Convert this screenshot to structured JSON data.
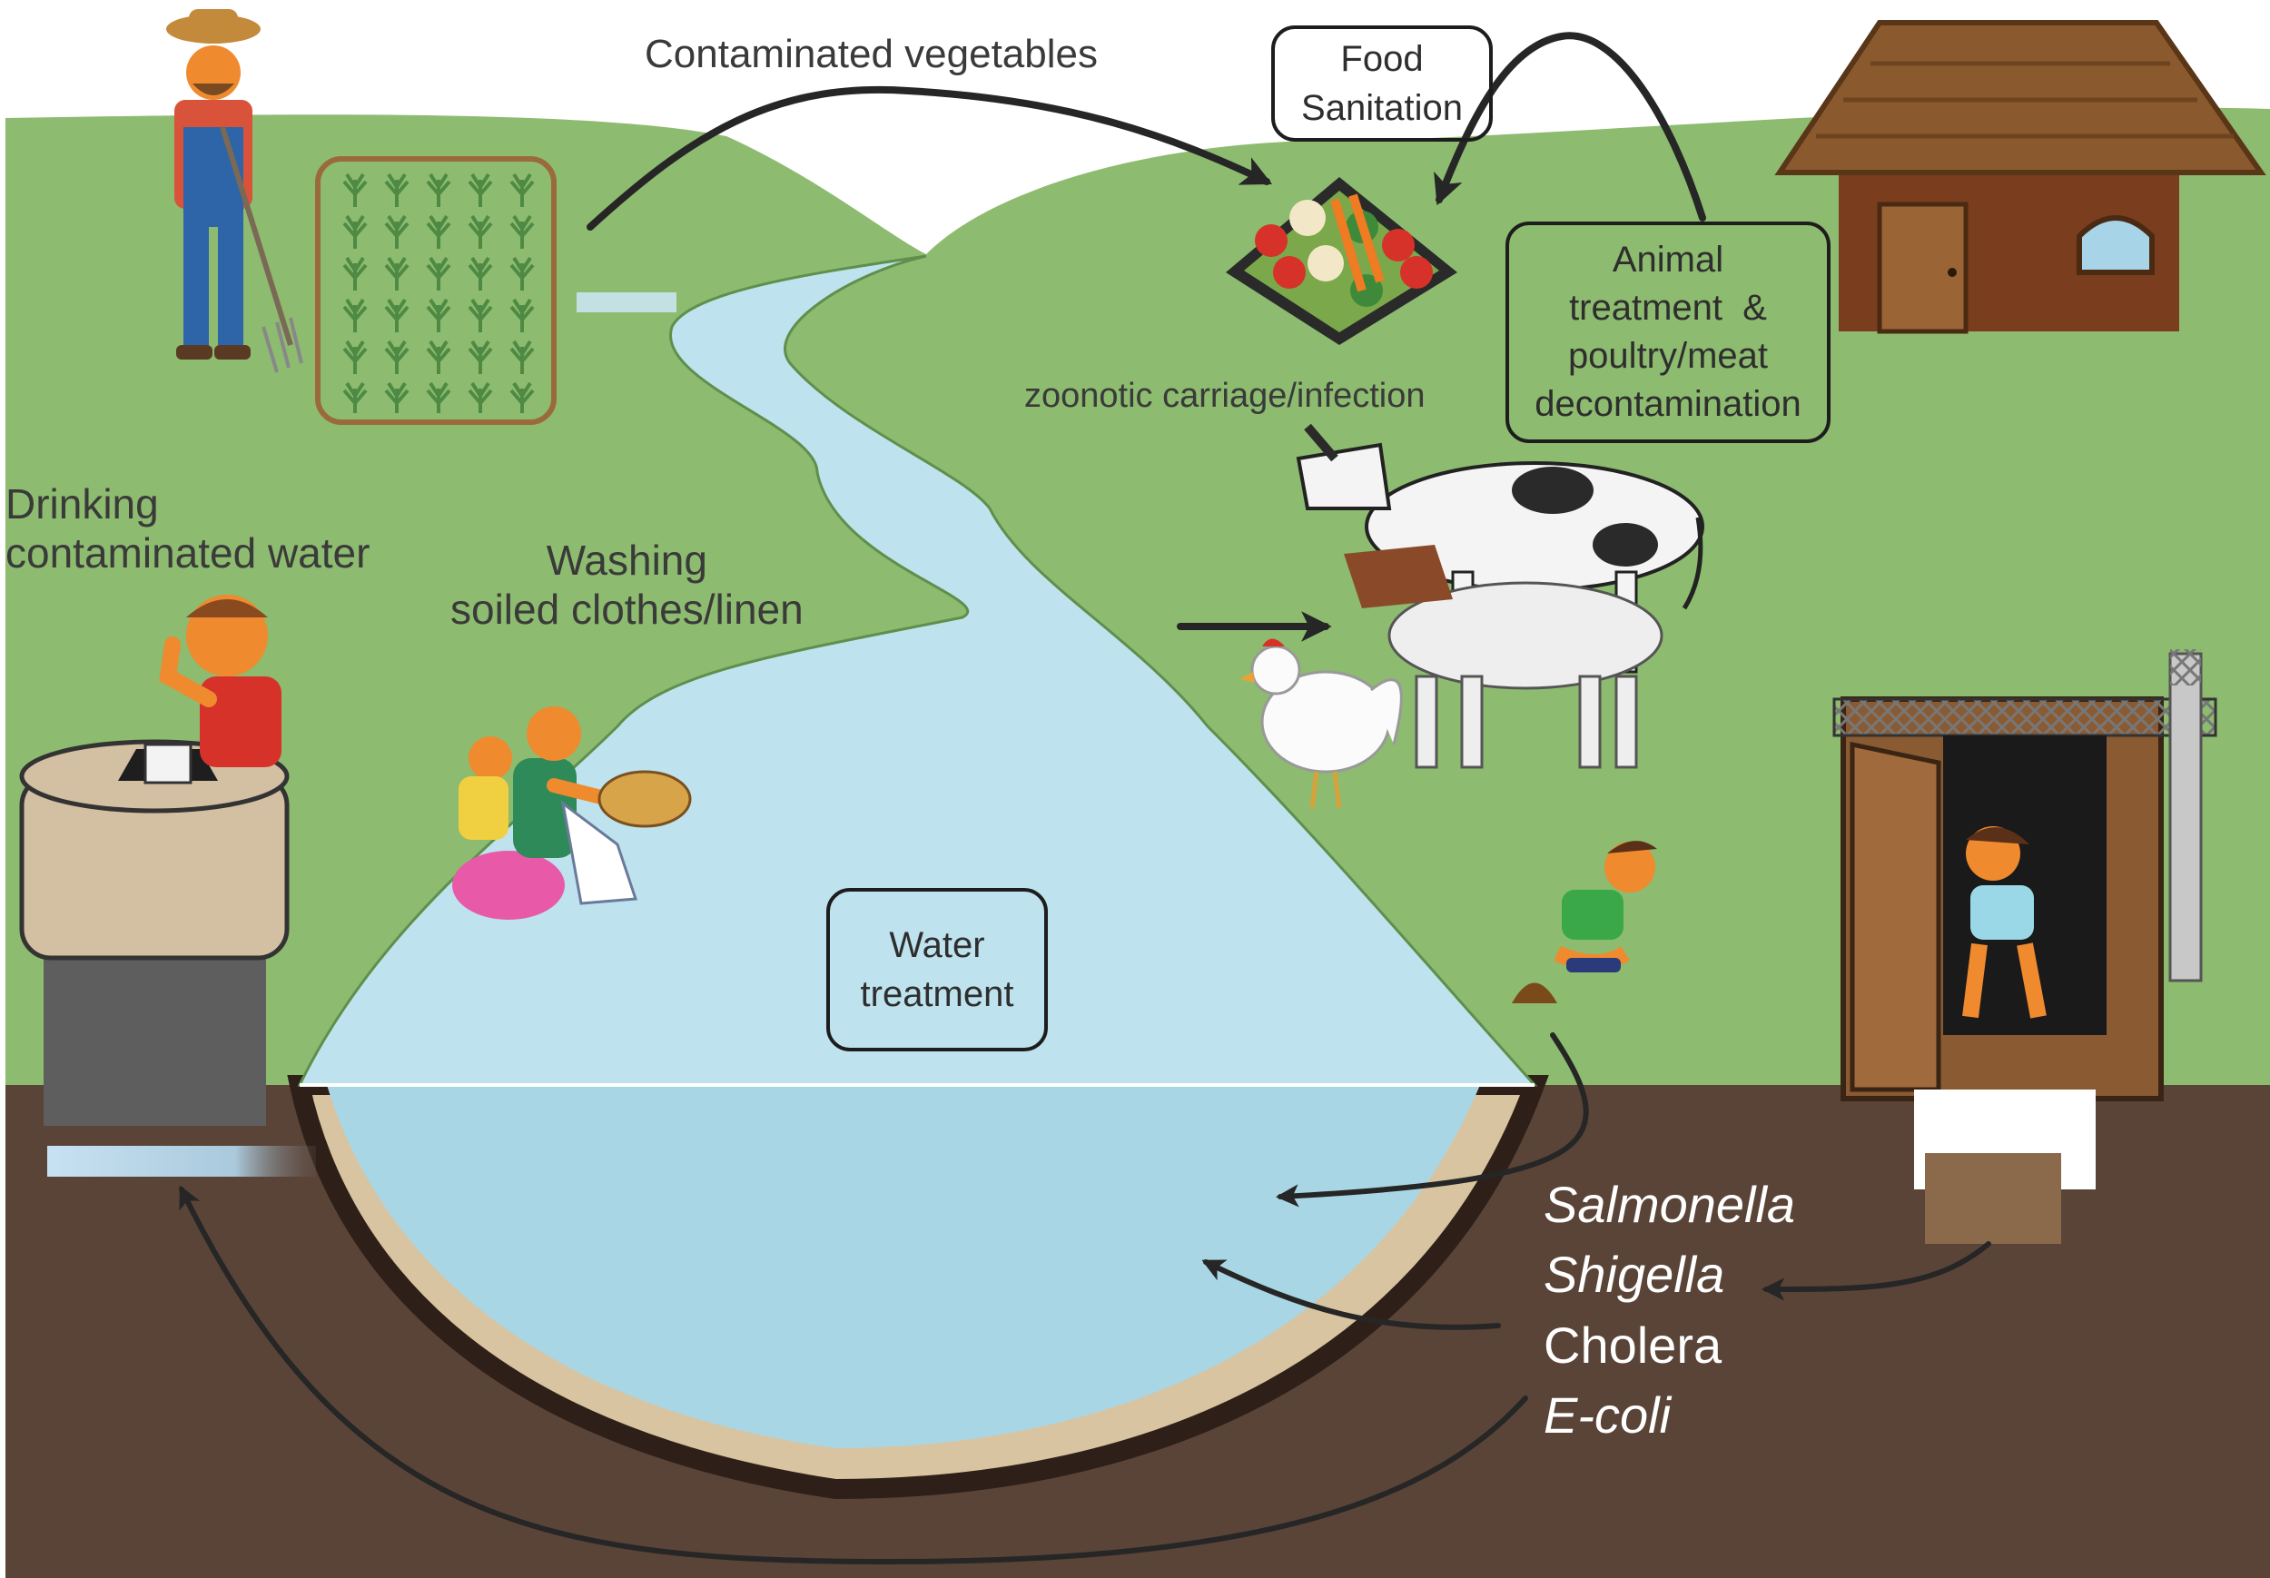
{
  "labels": {
    "contaminated_vegetables": "Contaminated vegetables",
    "drinking_line1": "Drinking",
    "drinking_line2": "contaminated water",
    "washing_line1": "Washing",
    "washing_line2": "soiled clothes/linen",
    "zoonotic": "zoonotic carriage/infection"
  },
  "boxes": {
    "food_sanitation_line1": "Food",
    "food_sanitation_line2": "Sanitation",
    "animal_line1": "Animal",
    "animal_line2": "treatment  &",
    "animal_line3": "poultry/meat",
    "animal_line4": "decontamination",
    "water_line1": "Water",
    "water_line2": "treatment"
  },
  "pathogens": [
    "Salmonella",
    "Shigella",
    "Cholera",
    "E-coli"
  ],
  "colors": {
    "grass": "#8dbb6f",
    "river": "#bfe3ee",
    "underground_water": "#a9d6e4",
    "soil": "#5a4438",
    "sand": "#d8c4a0",
    "arrow": "#262626"
  },
  "icons": [
    "farmer-icon",
    "crop-field-icon",
    "vegetable-platter-icon",
    "hut-icon",
    "cow-icon",
    "goat-icon",
    "chicken-icon",
    "well-icon",
    "boy-drinking-icon",
    "washing-woman-icon",
    "defecating-child-icon",
    "feces-icon",
    "latrine-icon",
    "girl-in-latrine-icon"
  ]
}
